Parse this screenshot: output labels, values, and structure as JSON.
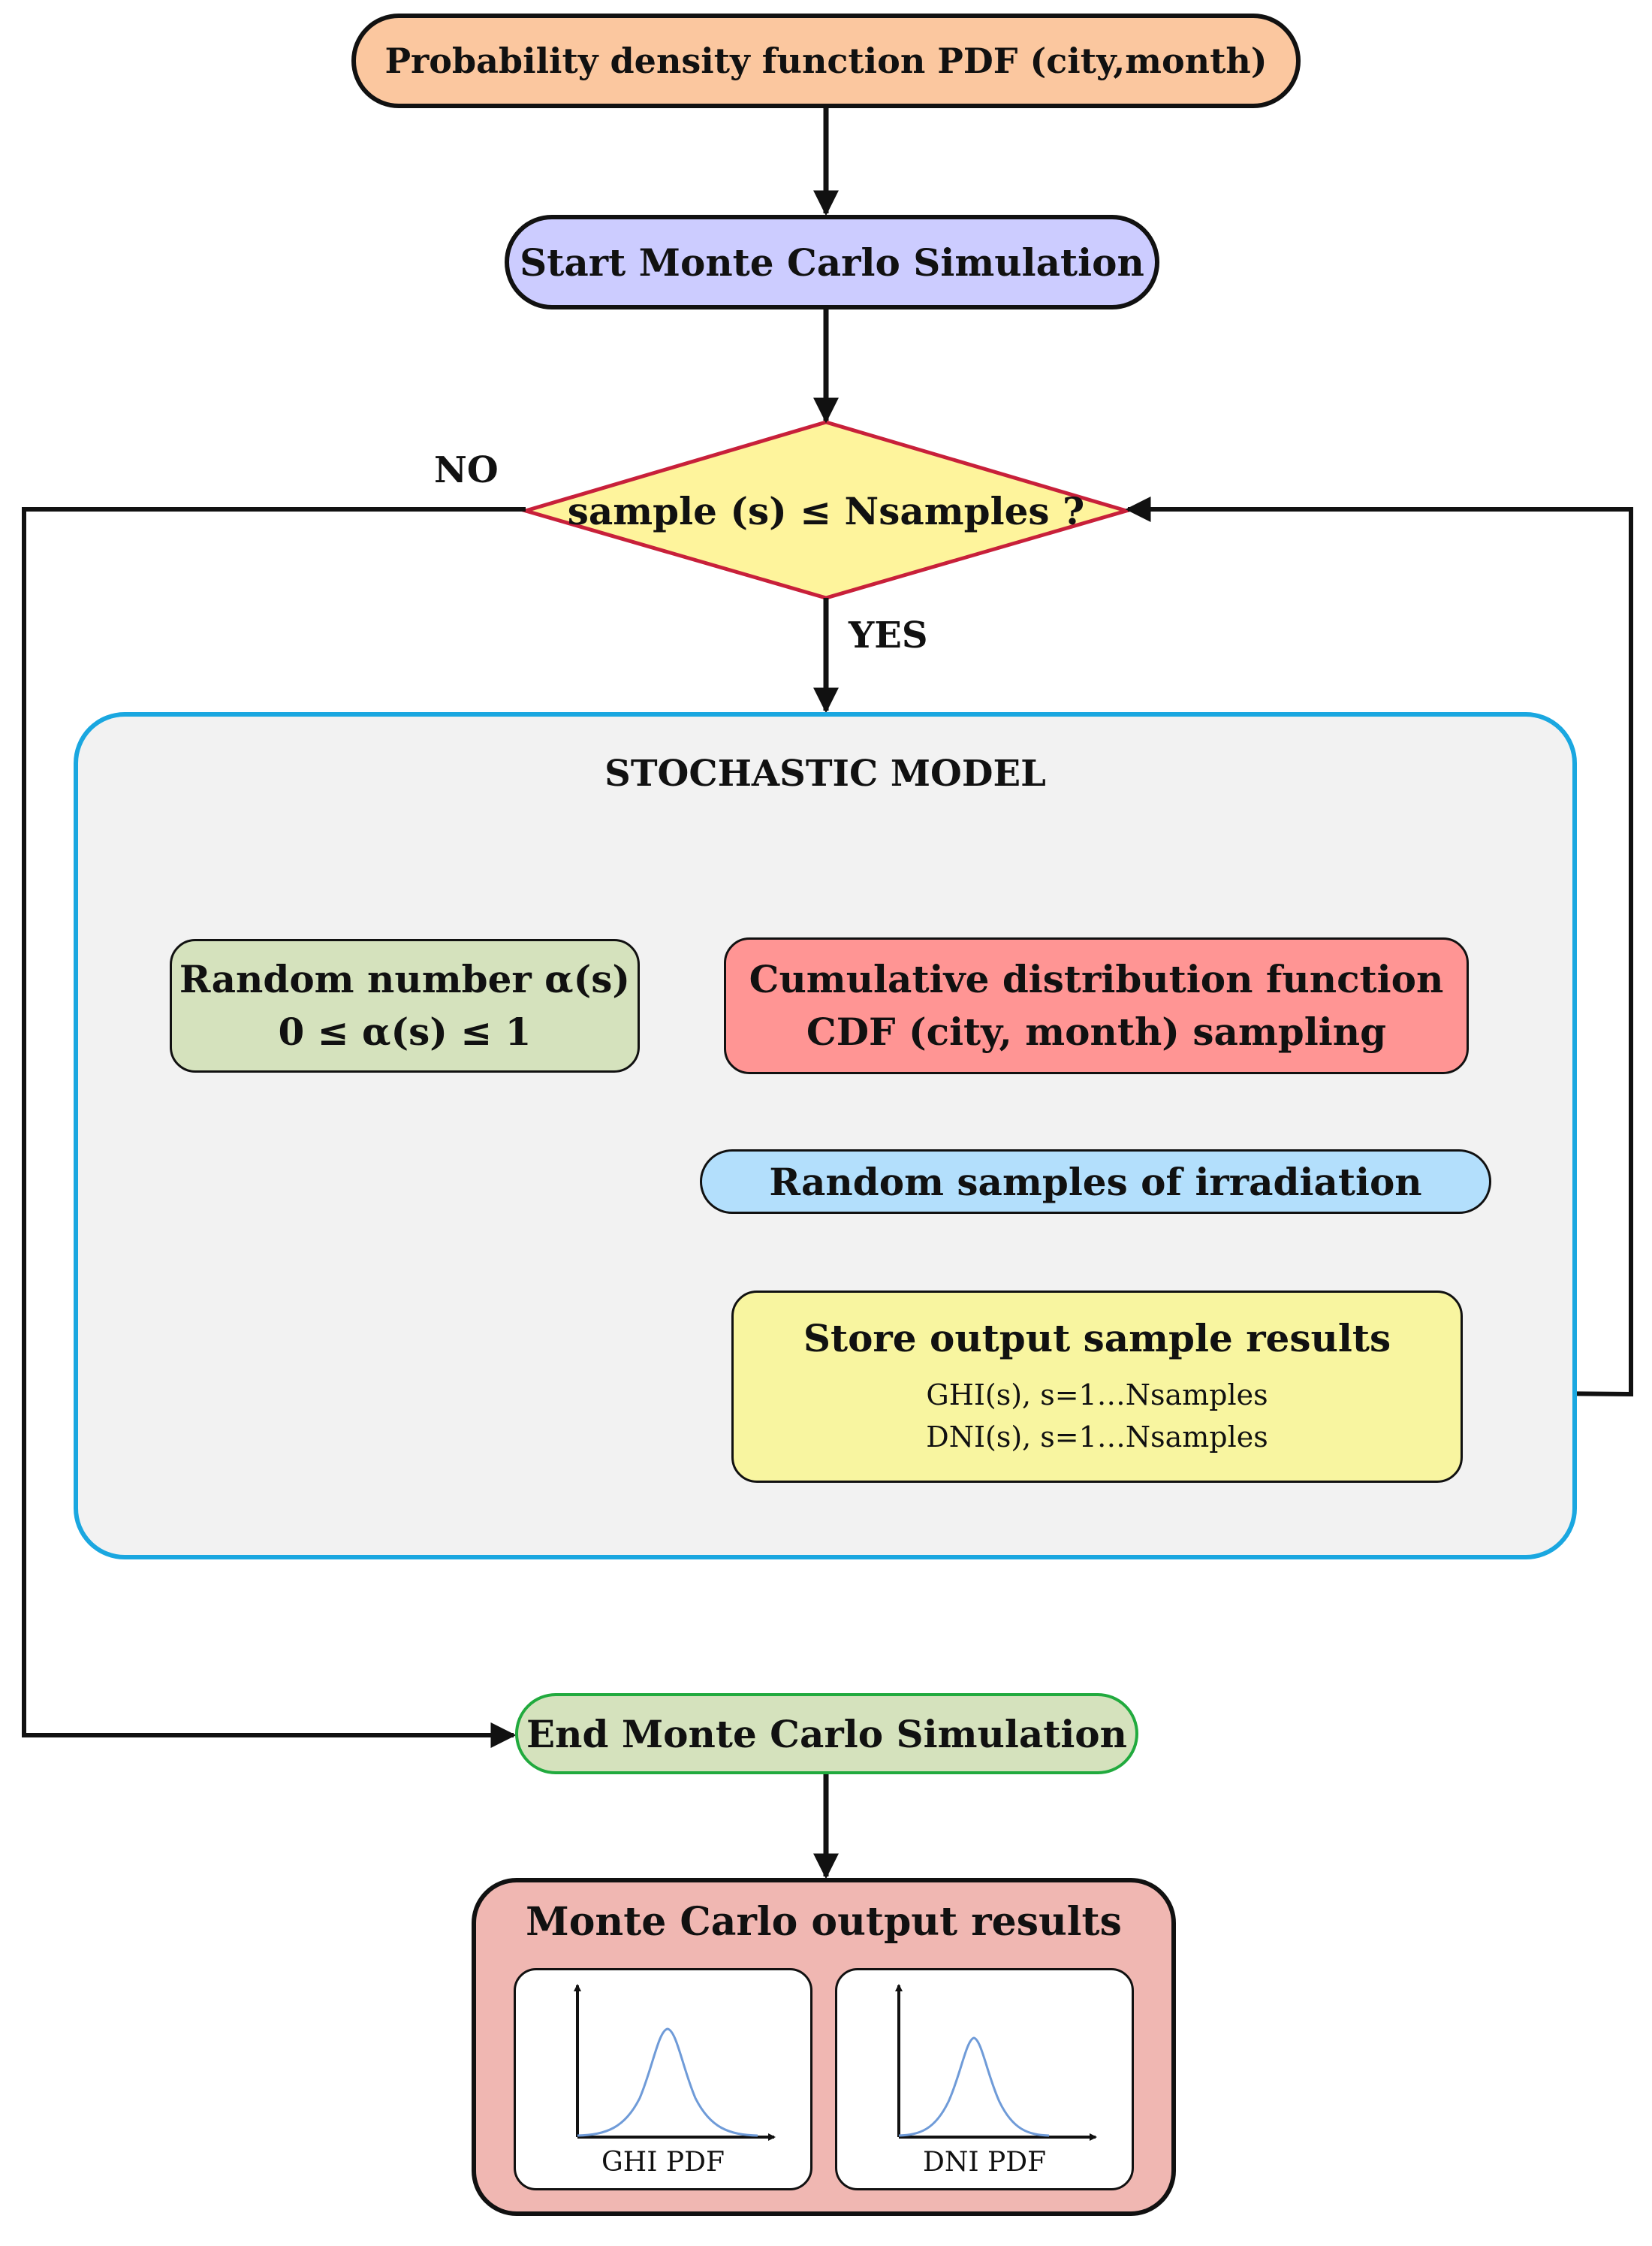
{
  "nodes": {
    "pdf_input": "Probability density function PDF (city,month)",
    "start_sim": "Start Monte Carlo Simulation",
    "decision": "sample (s)  ≤ Nsamples ?",
    "stochastic_model": {
      "title": "STOCHASTIC MODEL",
      "random_number": {
        "line1": "Random number α(s)",
        "line2": "0 ≤ α(s) ≤ 1"
      },
      "cdf": {
        "line1": "Cumulative distribution function",
        "line2": "CDF (city, month) sampling"
      },
      "random_samples": "Random samples of irradiation",
      "store": {
        "title": "Store output sample results",
        "line1": "GHI(s), s=1…Nsamples",
        "line2": "DNI(s), s=1…Nsamples"
      }
    },
    "end_sim": "End Monte Carlo Simulation",
    "results": {
      "title": "Monte Carlo output results",
      "ghi_label": "GHI PDF",
      "dni_label": "DNI PDF"
    }
  },
  "edges": {
    "no_label": "NO",
    "yes_label": "YES"
  },
  "colors": {
    "pdf_fill": "#fbc79f",
    "start_fill": "#ccccff",
    "decision_fill": "#fef49c",
    "decision_stroke": "#c8203a",
    "panel_border": "#1aa7e0",
    "panel_fill": "#f2f2f2",
    "random_fill": "#d5e2bd",
    "cdf_fill": "#ff9594",
    "samples_fill": "#b3dffc",
    "store_fill": "#f8f5a0",
    "end_fill": "#d5e2bd",
    "end_border": "#21aa3e",
    "results_fill": "#f0b7b2",
    "curve_color": "#6f9bd8"
  }
}
